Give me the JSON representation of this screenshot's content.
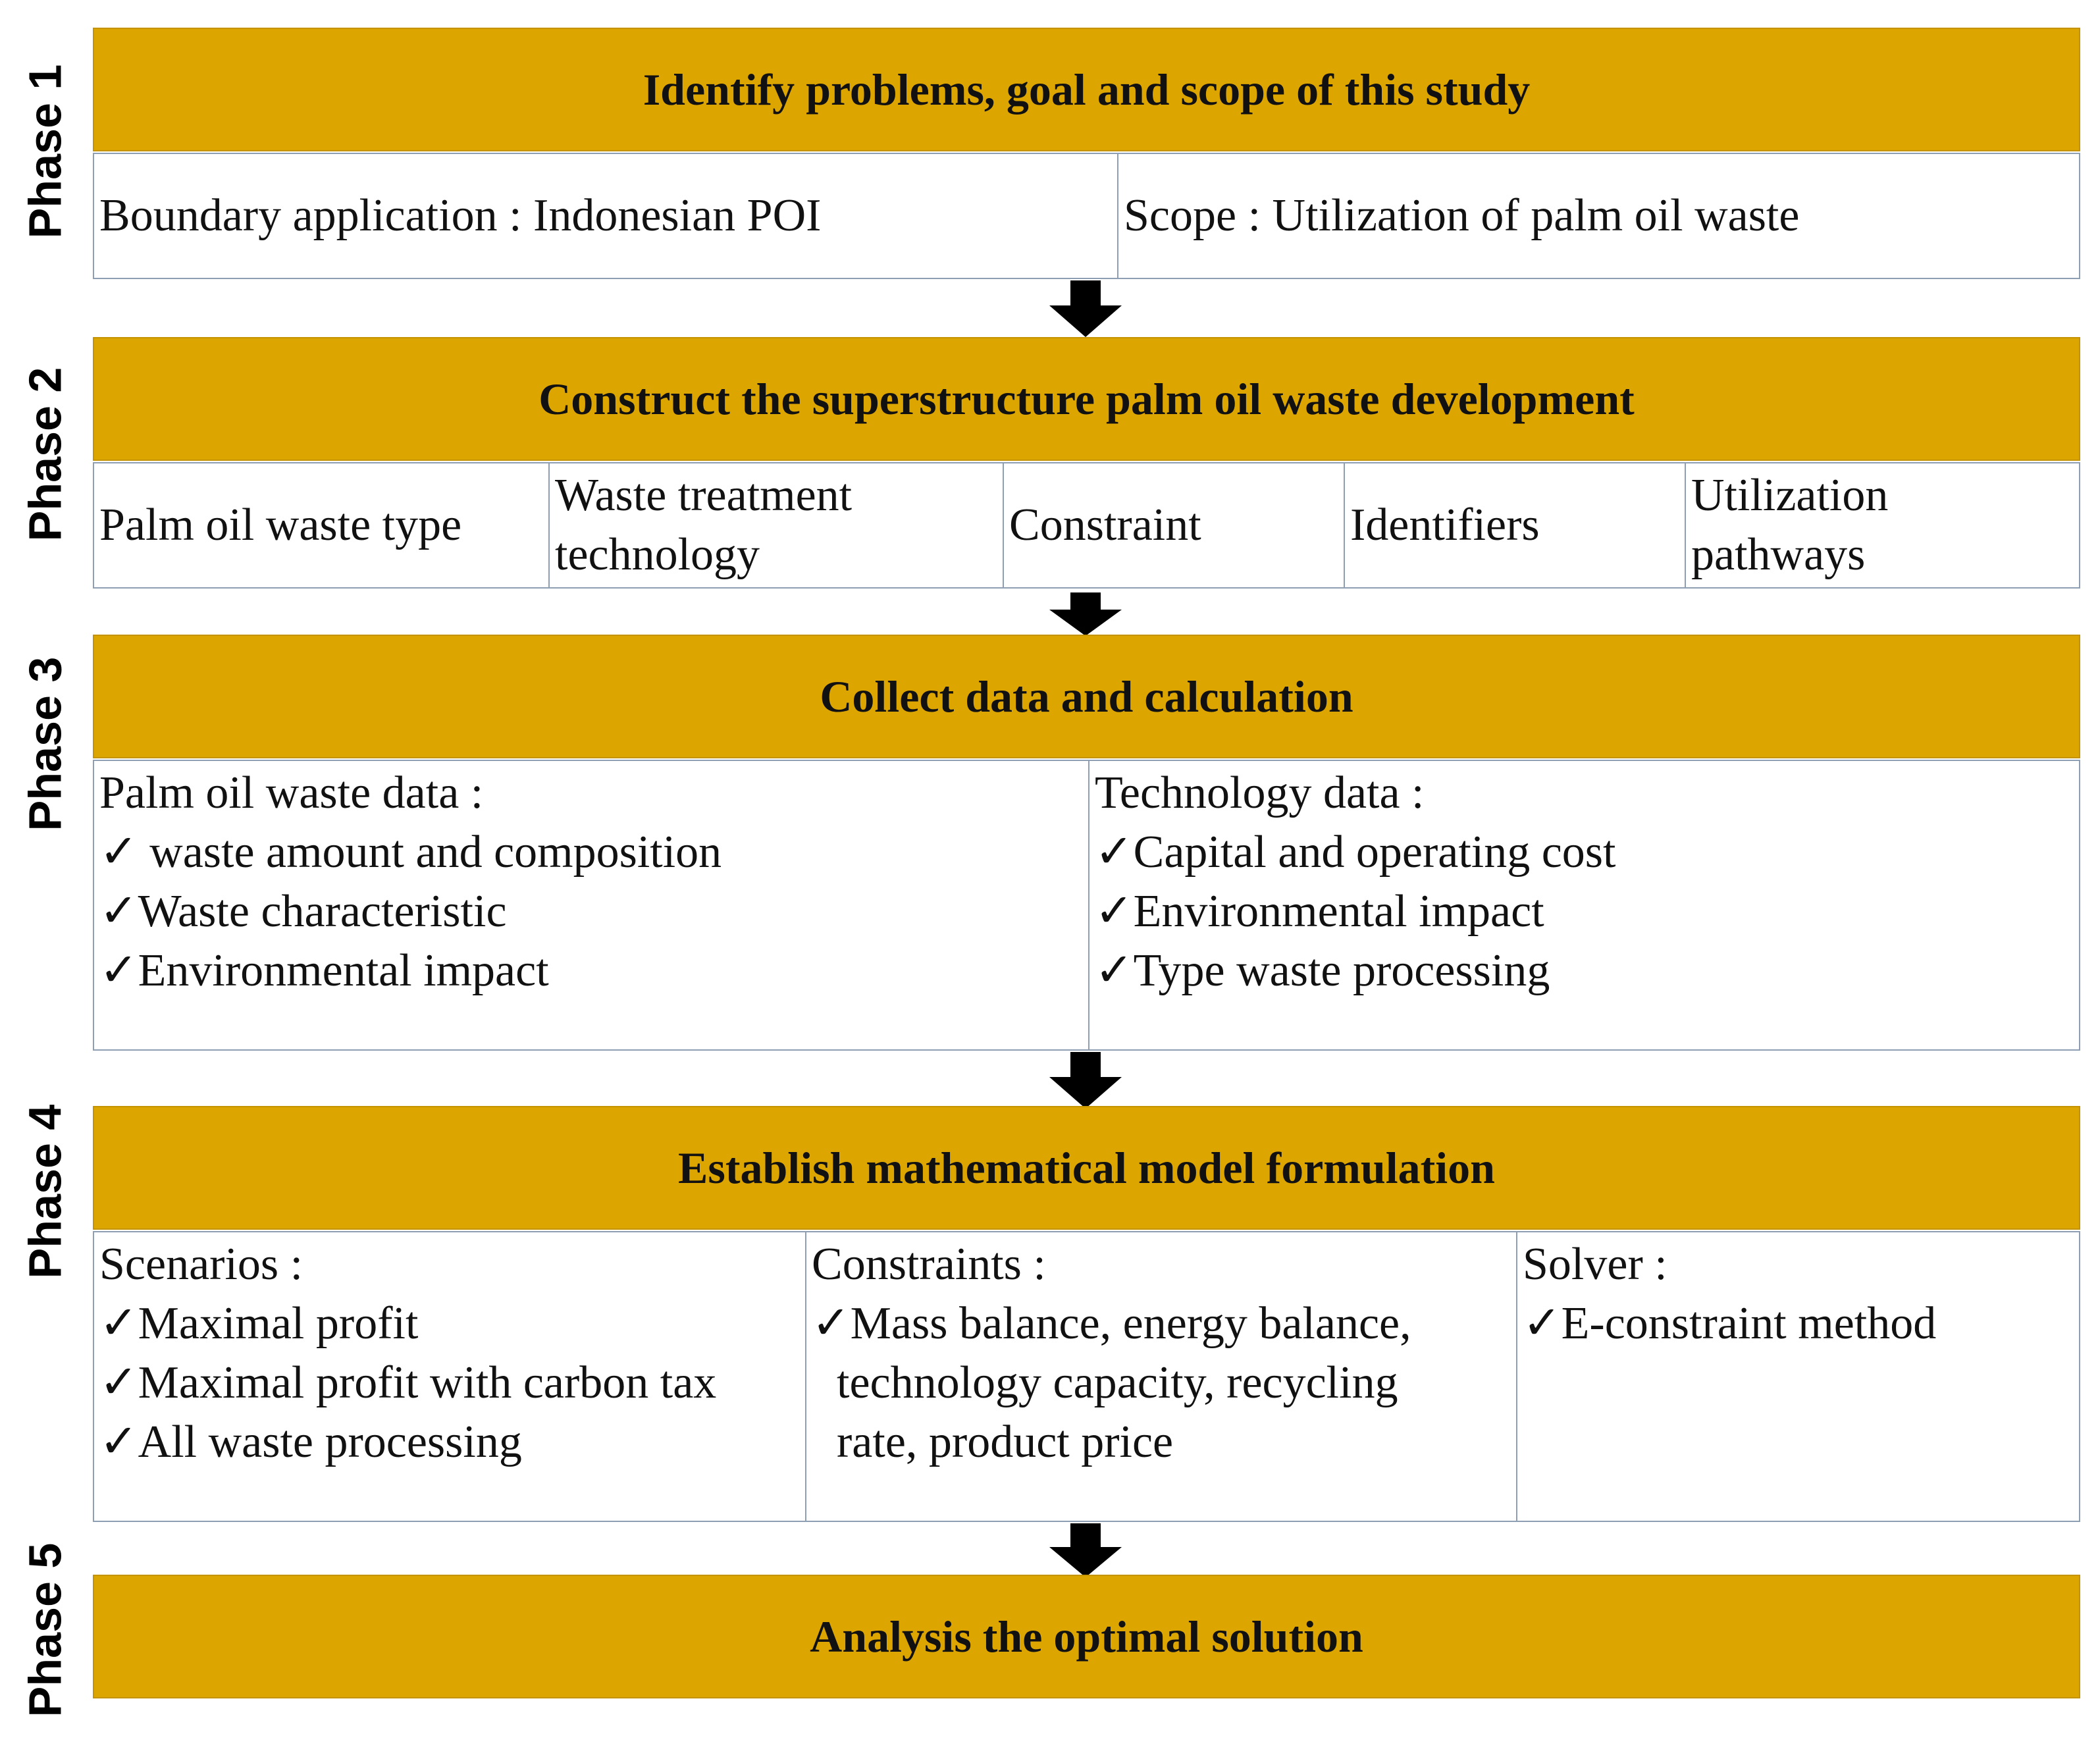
{
  "phases": [
    {
      "label": "Phase 1",
      "header": "Identify problems, goal and scope of this study"
    },
    {
      "label": "Phase 2",
      "header": "Construct the superstructure palm oil waste development"
    },
    {
      "label": "Phase 3",
      "header": "Collect data and calculation"
    },
    {
      "label": "Phase 4",
      "header": "Establish mathematical model formulation"
    },
    {
      "label": "Phase 5",
      "header": "Analysis the optimal solution"
    }
  ],
  "phase1": {
    "boundary": "Boundary application : Indonesian POI",
    "scope": "Scope : Utilization of palm oil waste"
  },
  "phase2": {
    "waste_type": "Palm oil waste type",
    "treatment_line1": "Waste treatment",
    "treatment_line2": "technology",
    "constraint": "Constraint",
    "identifiers": "Identifiers",
    "pathways_line1": "Utilization",
    "pathways_line2": "pathways"
  },
  "phase3": {
    "waste_title": "Palm oil waste data :",
    "waste_items": [
      "✓ waste amount and composition",
      "✓Waste characteristic",
      "✓Environmental impact"
    ],
    "tech_title": "Technology data :",
    "tech_items": [
      "✓Capital and operating cost",
      "✓Environmental impact",
      "✓Type waste processing"
    ]
  },
  "phase4": {
    "scenarios_title": "Scenarios :",
    "scenarios_items": [
      "✓Maximal profit",
      "✓Maximal profit with carbon tax",
      "✓All waste processing"
    ],
    "constraints_title": "Constraints :",
    "constraints_line1": "✓Mass balance, energy balance,",
    "constraints_line2": "technology capacity, recycling",
    "constraints_line3": "rate, product price",
    "solver_title": "Solver :",
    "solver_item": "✓E-constraint method"
  }
}
